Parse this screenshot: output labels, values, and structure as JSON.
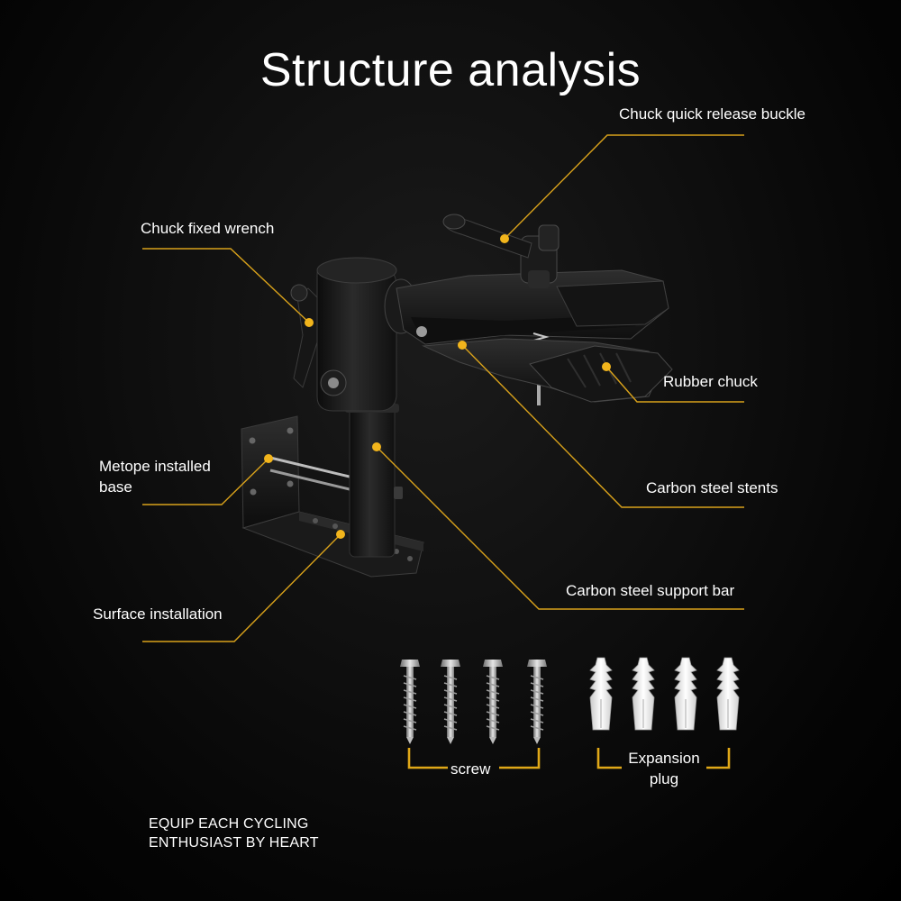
{
  "title": "Structure analysis",
  "labels": {
    "chuck_quick_release_buckle": "Chuck quick release buckle",
    "chuck_fixed_wrench": "Chuck fixed wrench",
    "rubber_chuck": "Rubber chuck",
    "metope_installed_base_line1": "Metope installed",
    "metope_installed_base_line2": "base",
    "carbon_steel_stents": "Carbon steel stents",
    "carbon_steel_support_bar": "Carbon steel support bar",
    "surface_installation": "Surface installation",
    "screw": "screw",
    "expansion_plug_line1": "Expansion",
    "expansion_plug_line2": "plug"
  },
  "tagline": {
    "line1": "EQUIP EACH CYCLING",
    "line2": "ENTHUSIAST BY HEART"
  },
  "colors": {
    "background": "#000000",
    "accent": "#f2b51c",
    "text": "#ffffff",
    "product": "#1c1c1c"
  },
  "icons": {
    "callout_dot": "circle-dot-icon",
    "screw": "screw-icon",
    "plug": "expansion-plug-icon"
  }
}
